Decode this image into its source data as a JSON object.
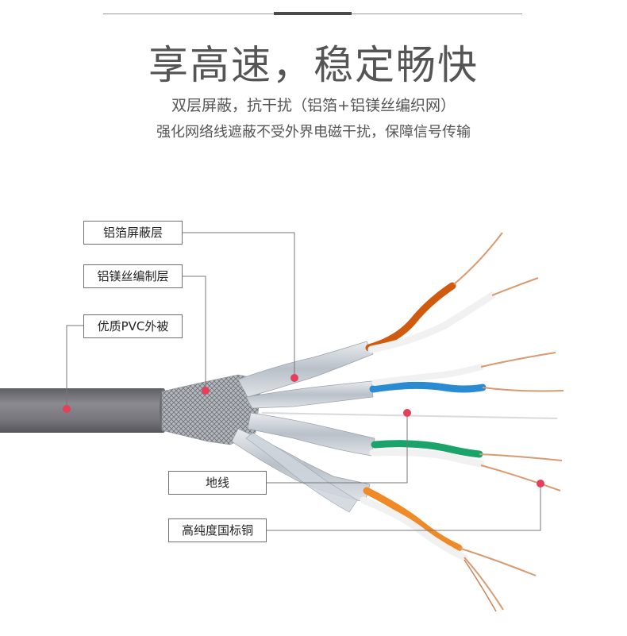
{
  "header": {
    "headline": "享高速，稳定畅快",
    "subtitle_1": "双层屏蔽，抗干扰（铝箔+铝镁丝编织网）",
    "subtitle_2": "强化网络线遮蔽不受外界电磁干扰，保障信号传输"
  },
  "callouts": {
    "foil_shield": "铝箔屏蔽层",
    "braid_shield": "铝镁丝编制层",
    "jacket": "优质PVC外被",
    "ground_wire": "地线",
    "copper_core": "高纯度国标铜"
  },
  "colors": {
    "jacket": "#7a7a80",
    "marker": "#e4405a",
    "pair_orange": "#d05a10",
    "pair_blue": "#2a8ad2",
    "pair_green": "#1aa46a",
    "pair_light_orange": "#f08a26",
    "copper": "#d99a70"
  }
}
